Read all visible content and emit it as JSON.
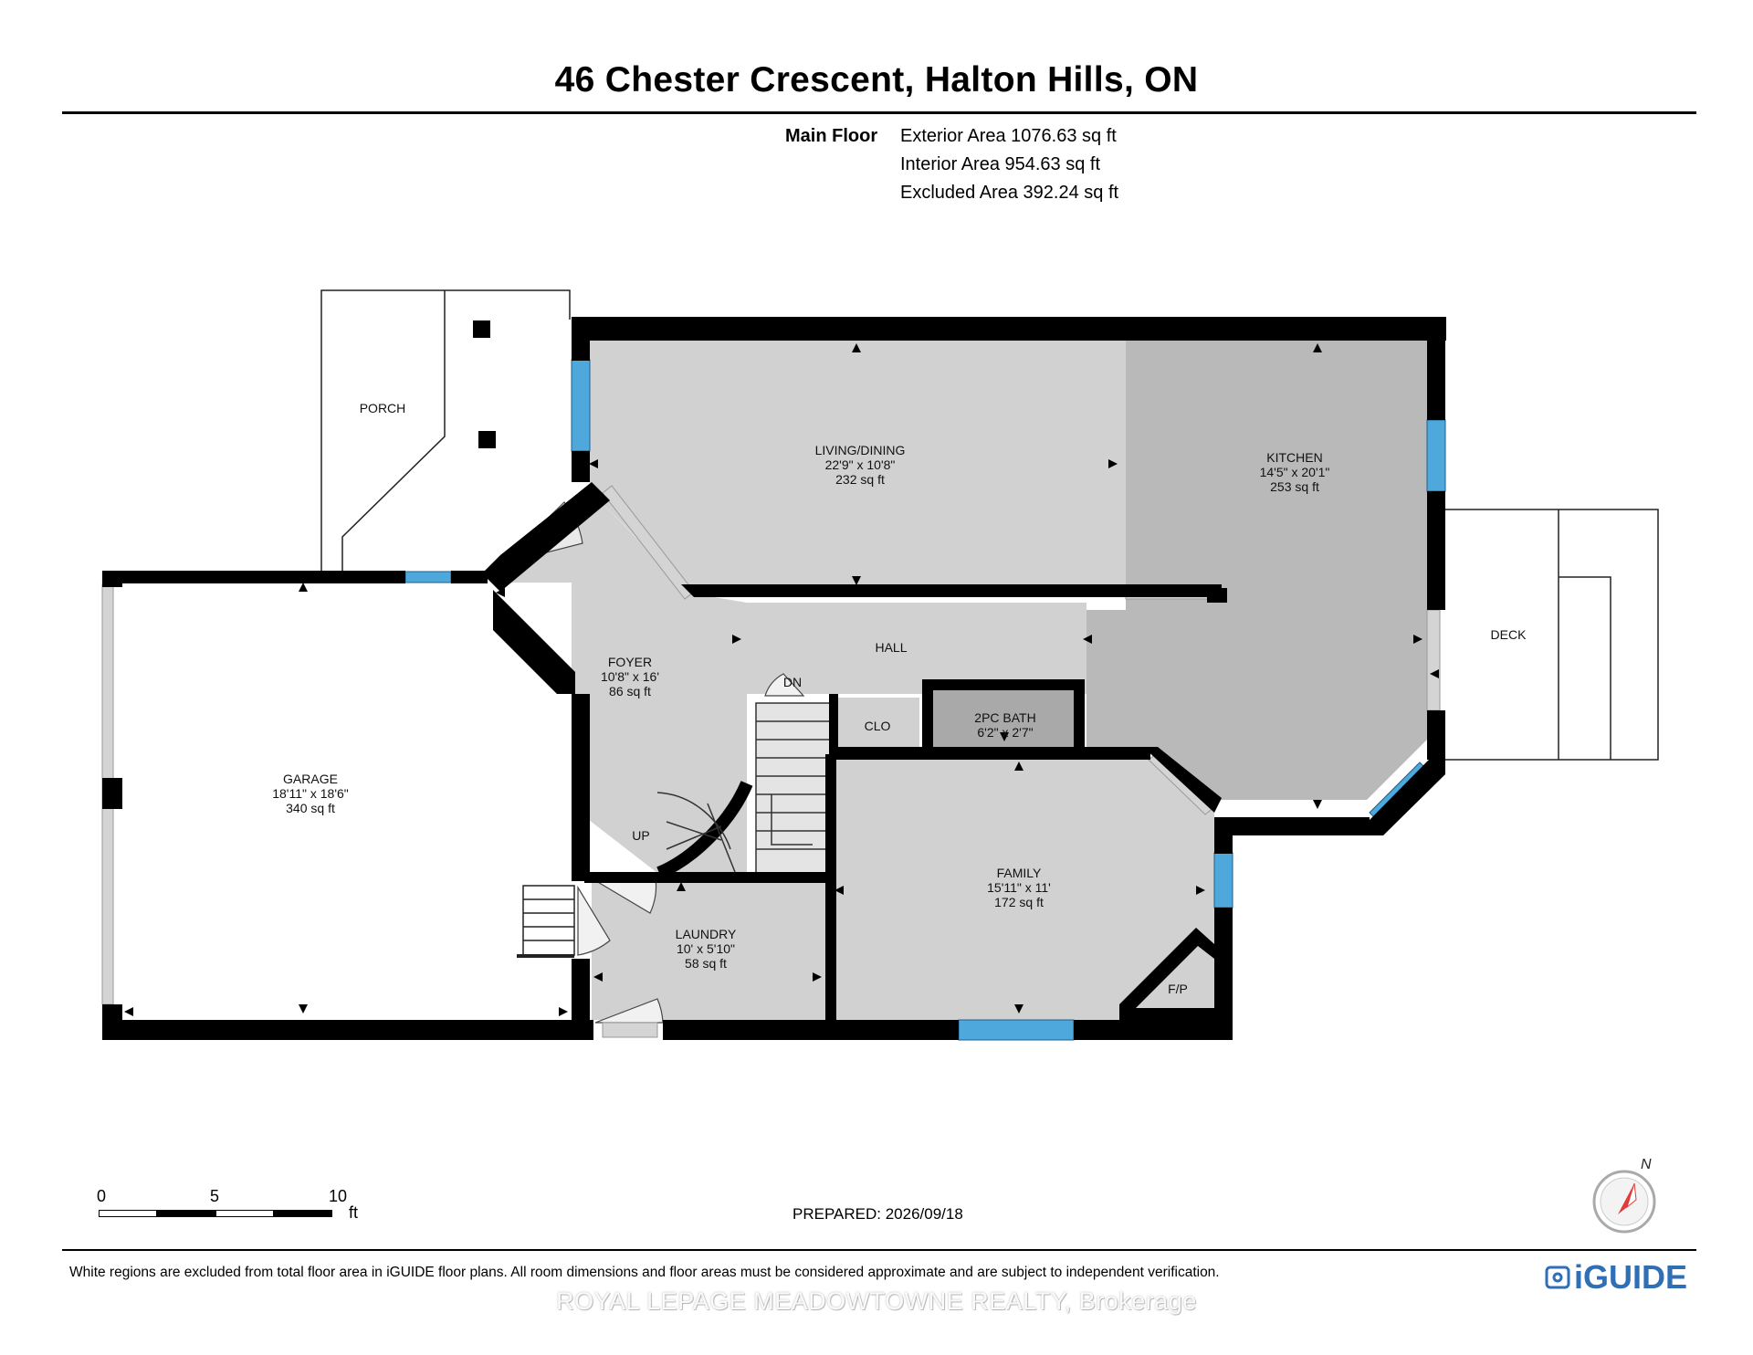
{
  "header": {
    "title": "46 Chester Crescent, Halton Hills, ON"
  },
  "areas": {
    "floor_name": "Main Floor",
    "lines": [
      "Exterior Area 1076.63 sq ft",
      "Interior Area 954.63 sq ft",
      "Excluded Area 392.24 sq ft"
    ]
  },
  "rooms": {
    "porch": {
      "name": "PORCH"
    },
    "living_dining": {
      "name": "LIVING/DINING",
      "dims": "22'9\" x 10'8\"",
      "area": "232 sq ft"
    },
    "kitchen": {
      "name": "KITCHEN",
      "dims": "14'5\" x 20'1\"",
      "area": "253 sq ft"
    },
    "deck": {
      "name": "DECK"
    },
    "foyer": {
      "name": "FOYER",
      "dims": "10'8\" x 16'",
      "area": "86 sq ft"
    },
    "hall": {
      "name": "HALL"
    },
    "garage": {
      "name": "GARAGE",
      "dims": "18'11\" x 18'6\"",
      "area": "340 sq ft"
    },
    "clo": {
      "name": "CLO"
    },
    "bath": {
      "name": "2PC BATH",
      "dims": "6'2\" x 2'7\""
    },
    "family": {
      "name": "FAMILY",
      "dims": "15'11\" x 11'",
      "area": "172 sq ft"
    },
    "laundry": {
      "name": "LAUNDRY",
      "dims": "10' x 5'10\"",
      "area": "58 sq ft"
    },
    "fp": {
      "name": "F/P"
    },
    "stairs_up": "UP",
    "stairs_down": "DN"
  },
  "scale": {
    "ticks": [
      "0",
      "5",
      "10"
    ],
    "unit": "ft"
  },
  "prepared": "PREPARED: 2026/09/18",
  "compass": {
    "label": "N"
  },
  "footer": {
    "disclaimer": "White regions are excluded from total floor area in iGUIDE floor plans. All room dimensions and floor areas must be considered approximate and are subject to independent verification.",
    "watermark": "ROYAL LEPAGE MEADOWTOWNE REALTY, Brokerage",
    "brand": "iGUIDE"
  },
  "colors": {
    "wall": "#000000",
    "room": "#d1d1d1",
    "kitchen": "#b9b9b9",
    "bath": "#a9a9a9",
    "window": "#4ea8dc",
    "brand": "#2f6fb5",
    "compass": "#e23b3b"
  }
}
